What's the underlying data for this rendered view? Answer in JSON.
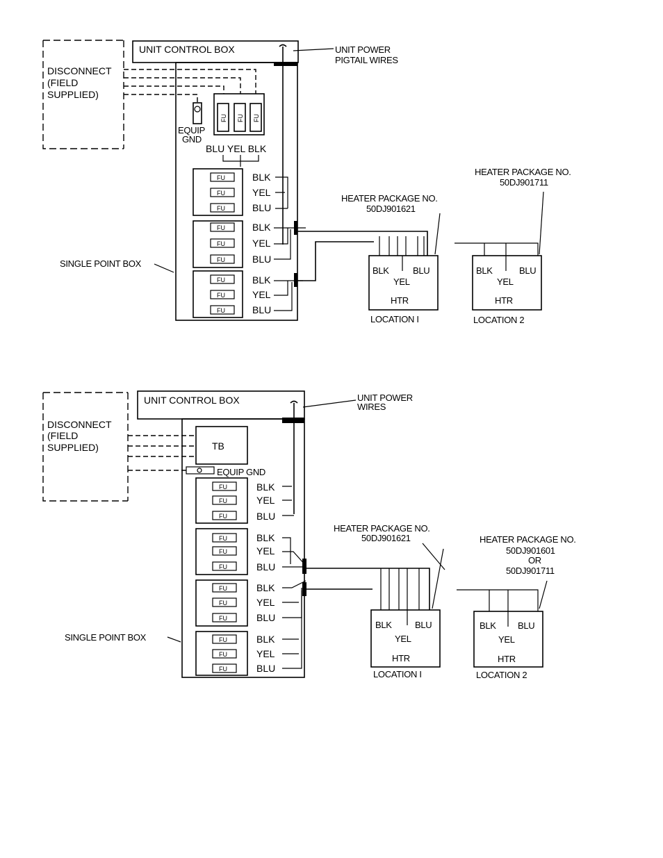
{
  "diagram1": {
    "disconnect": [
      "DISCONNECT",
      "(FIELD",
      "SUPPLIED)"
    ],
    "unit_control_box": "UNIT CONTROL BOX",
    "unit_power": [
      "UNIT POWER",
      "PIGTAIL WIRES"
    ],
    "equip_gnd": [
      "EQUIP",
      "GND"
    ],
    "top_fuse_colors": "BLU YEL BLK",
    "single_point_box": "SINGLE POINT BOX",
    "fuse_label": "FU",
    "fuse_groups": [
      [
        "BLK",
        "YEL",
        "BLU"
      ],
      [
        "BLK",
        "YEL",
        "BLU"
      ],
      [
        "BLK",
        "YEL",
        "BLU"
      ]
    ],
    "heater1": [
      "HEATER PACKAGE NO.",
      "50DJ901621"
    ],
    "heater2": [
      "HEATER PACKAGE NO.",
      "50DJ901711"
    ],
    "loc1": {
      "blk": "BLK",
      "blu": "BLU",
      "yel": "YEL",
      "htr": "HTR",
      "location": "LOCATION I"
    },
    "loc2": {
      "blk": "BLK",
      "blu": "BLU",
      "yel": "YEL",
      "htr": "HTR",
      "location": "LOCATION 2"
    }
  },
  "diagram2": {
    "disconnect": [
      "DISCONNECT",
      "(FIELD",
      "SUPPLIED)"
    ],
    "unit_control_box": "UNIT CONTROL BOX",
    "unit_power": [
      "UNIT POWER",
      "WIRES"
    ],
    "tb": "TB",
    "equip_gnd": "EQUIP GND",
    "single_point_box": "SINGLE POINT BOX",
    "fuse_label": "FU",
    "fuse_groups": [
      [
        "BLK",
        "YEL",
        "BLU"
      ],
      [
        "BLK",
        "YEL",
        "BLU"
      ],
      [
        "BLK",
        "YEL",
        "BLU"
      ],
      [
        "BLK",
        "YEL",
        "BLU"
      ]
    ],
    "heater1": [
      "HEATER PACKAGE NO.",
      "50DJ901621"
    ],
    "heater2": [
      "HEATER PACKAGE NO.",
      "50DJ901601",
      "OR",
      "50DJ901711"
    ],
    "loc1": {
      "blk": "BLK",
      "blu": "BLU",
      "yel": "YEL",
      "htr": "HTR",
      "location": "LOCATION I"
    },
    "loc2": {
      "blk": "BLK",
      "blu": "BLU",
      "yel": "YEL",
      "htr": "HTR",
      "location": "LOCATION 2"
    }
  }
}
